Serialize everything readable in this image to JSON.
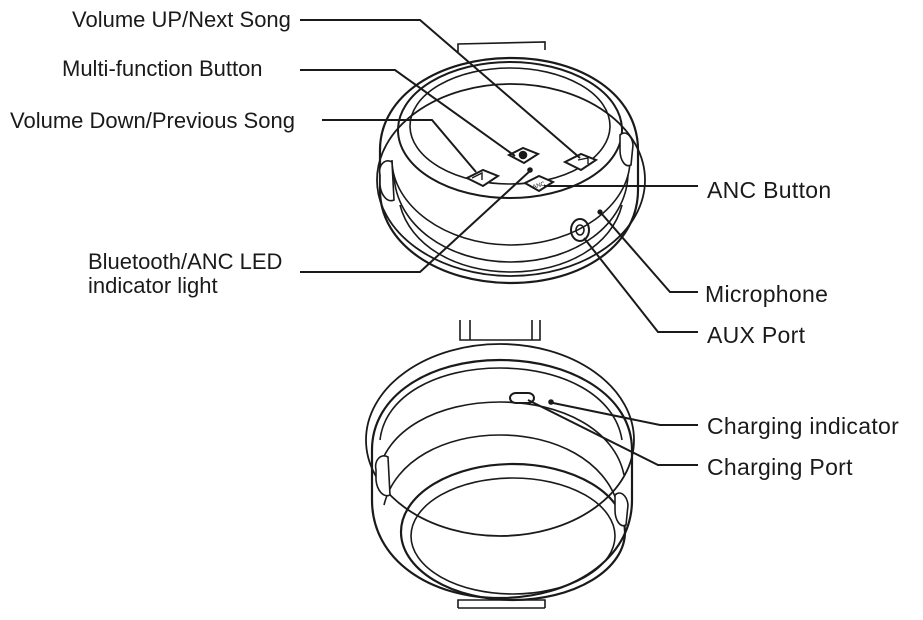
{
  "callouts": {
    "volume_up": "Volume UP/Next Song",
    "multi_function": "Multi-function Button",
    "volume_down": "Volume Down/Previous Song",
    "led_line1": "Bluetooth/ANC LED",
    "led_line2": "indicator light",
    "anc_button": "ANC Button",
    "microphone": "Microphone",
    "aux_port": "AUX Port",
    "charging_indicator": "Charging indicator",
    "charging_port": "Charging Port"
  },
  "button_marks": {
    "anc": "ANC"
  },
  "colors": {
    "line": "#1a1a1a",
    "background": "#ffffff"
  }
}
